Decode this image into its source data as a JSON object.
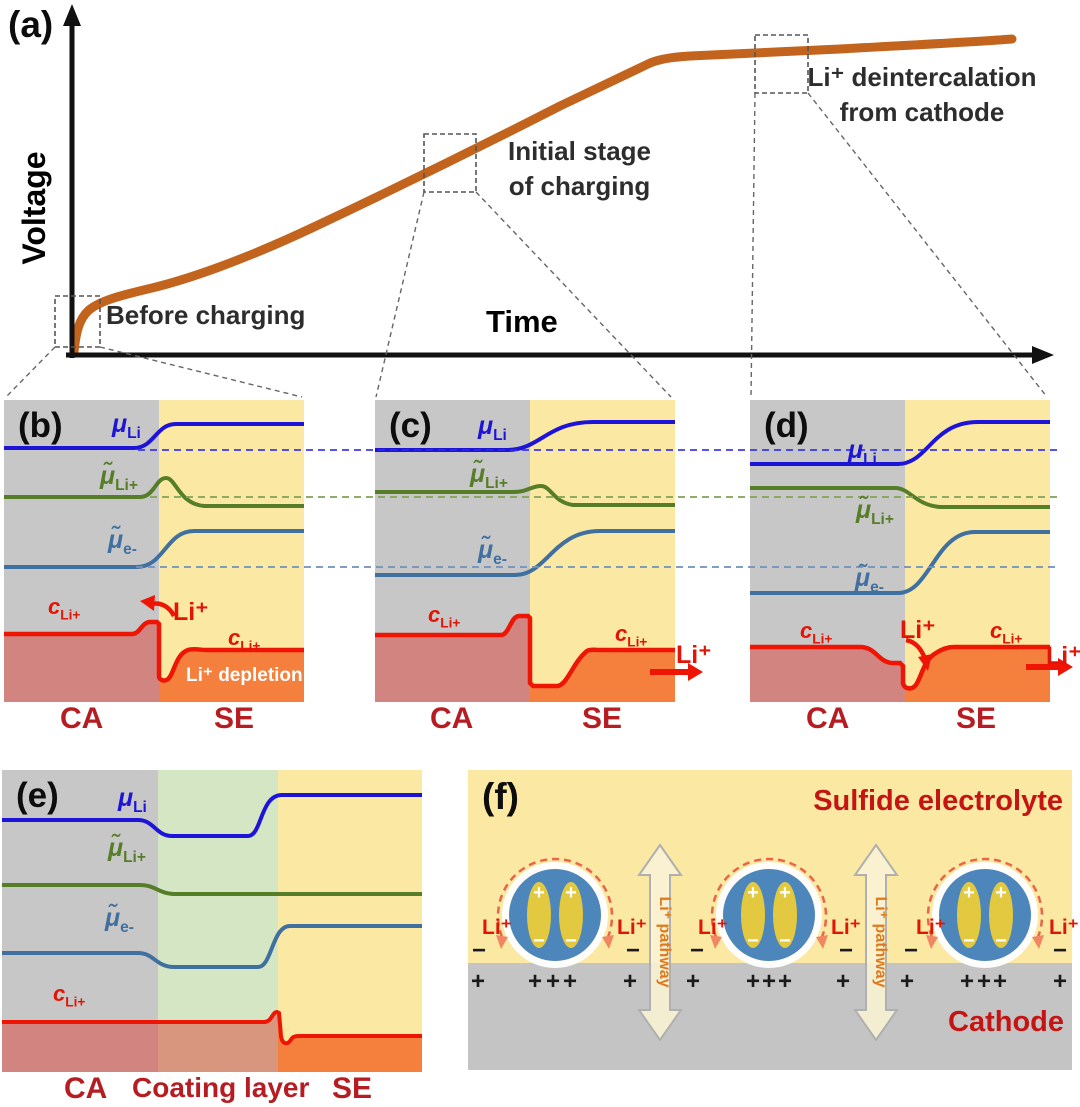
{
  "colors": {
    "curve_orange": "#c2641d",
    "curve_blue": "#1d14d8",
    "curve_green": "#567d27",
    "curve_steel": "#40709f",
    "curve_red": "#ee1505",
    "band_gray": "#c7c7c7",
    "band_yellow": "#fbe8a3",
    "band_green": "#d5e6c4",
    "fill_orange": "#f5803e",
    "label_darkred": "#b51d22",
    "label_red": "#e21405",
    "pathway_orange": "#e0791c",
    "axis_black": "#111111"
  },
  "a": {
    "label": "(a)",
    "voltage": "Voltage",
    "time": "Time",
    "before": "Before charging",
    "initial_line1": "Initial stage",
    "initial_line2": "of charging",
    "deinter_line1": "Li⁺ deintercalation",
    "deinter_line2": "from cathode"
  },
  "curve_labels": {
    "mu_li": {
      "base": "μ",
      "sub": "Li"
    },
    "mu_lip": {
      "base": "μ̃",
      "sub": "Li+"
    },
    "mu_e": {
      "base": "μ̃",
      "sub": "e-"
    },
    "c_li": {
      "base": "c",
      "sub": "Li+"
    }
  },
  "b": {
    "label": "(b)",
    "li": "Li⁺",
    "depletion": "Li⁺ depletion",
    "ca": "CA",
    "se": "SE"
  },
  "c": {
    "label": "(c)",
    "li": "Li⁺",
    "ca": "CA",
    "se": "SE"
  },
  "d": {
    "label": "(d)",
    "li": "Li⁺",
    "li_out": "Li⁺",
    "ca": "CA",
    "se": "SE"
  },
  "e": {
    "label": "(e)",
    "ca": "CA",
    "coating": "Coating layer",
    "se": "SE"
  },
  "f": {
    "label": "(f)",
    "electrolyte": "Sulfide electrolyte",
    "cathode": "Cathode",
    "li": "Li⁺",
    "pathway": "Li⁺ pathway",
    "plus": "+",
    "minus": "−"
  }
}
